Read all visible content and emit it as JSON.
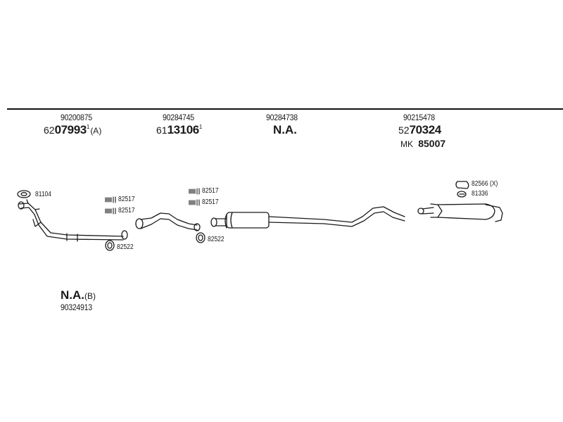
{
  "groups": [
    {
      "oem": "90200875",
      "ref_prefix": "62",
      "ref_main": "07993",
      "ref_sup": "1",
      "ref_suffix": "(A)"
    },
    {
      "oem": "90284745",
      "ref_prefix": "61",
      "ref_main": "13106",
      "ref_sup": "1",
      "ref_suffix": ""
    },
    {
      "oem": "90284738",
      "na_label": "N.A."
    },
    {
      "oem": "90215478",
      "ref_prefix": "52",
      "ref_main": "70324",
      "mk_prefix": "MK",
      "mk_number": "85007"
    }
  ],
  "part_labels": {
    "gasket_front": "81104",
    "clamp_a1": "82517",
    "clamp_a2": "82517",
    "ring_a": "82522",
    "clamp_b1": "82517",
    "clamp_b2": "82517",
    "ring_b": "82522",
    "hanger_rear": "82566 (X)",
    "clip_rear": "81336"
  },
  "footer": {
    "na_label": "N.A.",
    "na_suffix": "(B)",
    "oem": "90324913"
  }
}
